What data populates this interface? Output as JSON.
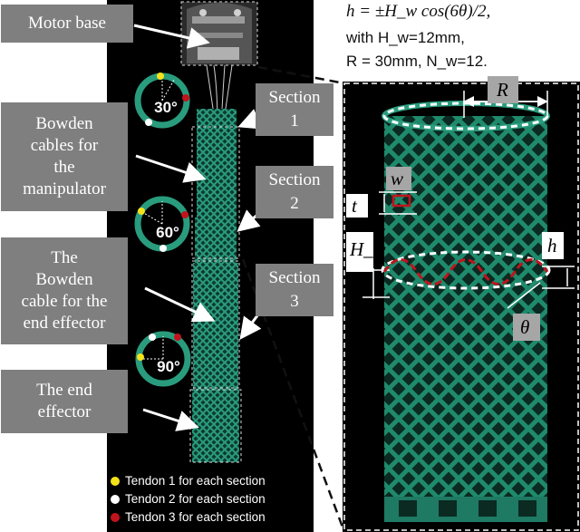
{
  "labels": {
    "motor_base": "Motor base",
    "bowden_manipulator": [
      "Bowden",
      "cables for",
      "the",
      "manipulator"
    ],
    "bowden_end_effector": [
      "The",
      "Bowden",
      "cable for the",
      "end effector"
    ],
    "end_effector": [
      "The end",
      "effector"
    ]
  },
  "sections": [
    {
      "line1": "Section",
      "line2": "1"
    },
    {
      "line1": "Section",
      "line2": "2"
    },
    {
      "line1": "Section",
      "line2": "3"
    }
  ],
  "angles": [
    "30°",
    "60°",
    "90°"
  ],
  "legend": [
    {
      "text": "Tendon 1 for each section",
      "color": "#f5e31a"
    },
    {
      "text": "Tendon 2 for each section",
      "color": "#ffffff"
    },
    {
      "text": "Tendon 3 for each section",
      "color": "#c0141c"
    }
  ],
  "equations": {
    "line1": "h = ±H_w cos(6θ)/2,",
    "line2": "with H_w=12mm,",
    "line3": "R = 30mm, N_w=12."
  },
  "symbols": {
    "R": "R",
    "w": "w",
    "t": "t",
    "Hw": "H_w",
    "h": "h",
    "theta": "θ"
  },
  "colors": {
    "lattice": "#1e7a62",
    "lattice_light": "#2a9c7e",
    "background": "#000000",
    "label_bg": "#7f7f7f",
    "helix": "#c0141c"
  }
}
